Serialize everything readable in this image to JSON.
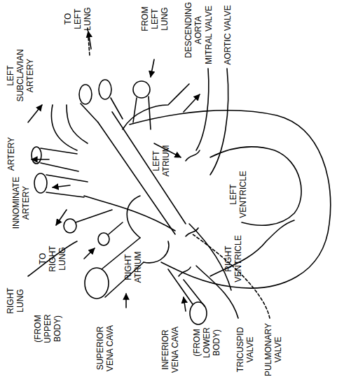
{
  "diagram": {
    "labels": [
      "LEFT SUBCLAVIAN ARTERY",
      "TO LEFT LUNG",
      "FROM LEFT LUNG",
      "DESCENDING AORTA",
      "MITRAL VALVE",
      "AORTIC VALVE",
      "ARTERY",
      "INNOMINATE ARTERY",
      "LEFT ATRIUM",
      "LEFT VENTRICLE",
      "TO RIGHT LUNG",
      "RIGHT VENTRICLE",
      "RIGHT ATRIUM",
      "RIGHT LUNG",
      "(FROM UPPER BODY)",
      "SUPERIOR VENA CAVA",
      "INFERIOR VENA CAVA",
      "(FROM LOWER BODY)",
      "TRICUSPID VALVE",
      "PULMONARY VALVE"
    ]
  }
}
